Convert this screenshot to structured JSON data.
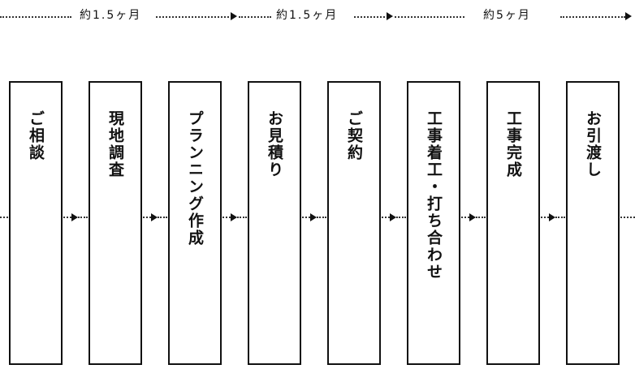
{
  "timeline": {
    "durations": [
      "約1.5ヶ月",
      "約1.5ヶ月",
      "約5ヶ月"
    ]
  },
  "steps": [
    {
      "label": "ご相談"
    },
    {
      "label": "現地調査"
    },
    {
      "label": "プランニング作成"
    },
    {
      "label": "お見積り"
    },
    {
      "label": "ご契約"
    },
    {
      "label": "工事着工・打ち合わせ"
    },
    {
      "label": "工事完成"
    },
    {
      "label": "お引渡し"
    }
  ]
}
